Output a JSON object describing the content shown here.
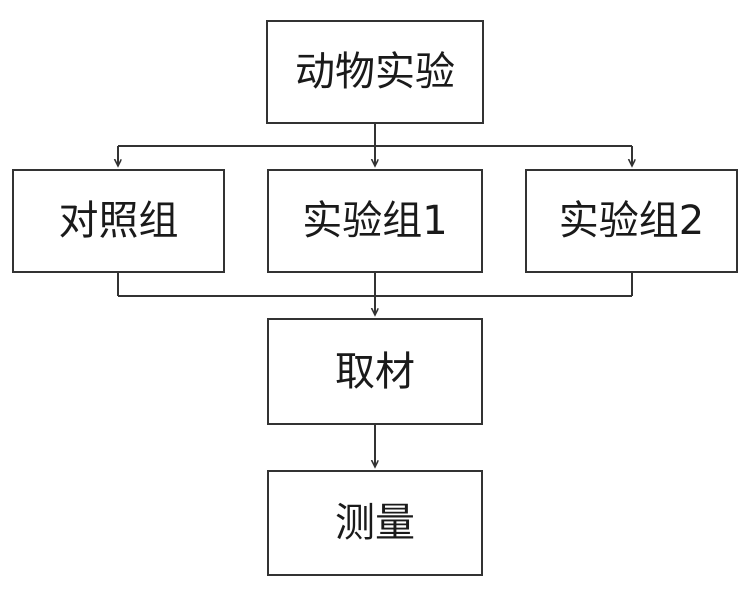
{
  "diagram": {
    "colors": {
      "line": "#333333",
      "text": "#1a1a1a",
      "background": "#ffffff"
    },
    "nodes": {
      "root": "动物实验",
      "control": "对照组",
      "exp1": "实验组1",
      "exp2": "实验组2",
      "sampling": "取材",
      "measure": "测量"
    },
    "edges": [
      {
        "from": "root",
        "to": "control"
      },
      {
        "from": "root",
        "to": "exp1"
      },
      {
        "from": "root",
        "to": "exp2"
      },
      {
        "from": "control",
        "to": "sampling"
      },
      {
        "from": "exp1",
        "to": "sampling"
      },
      {
        "from": "exp2",
        "to": "sampling"
      },
      {
        "from": "sampling",
        "to": "measure"
      }
    ]
  }
}
